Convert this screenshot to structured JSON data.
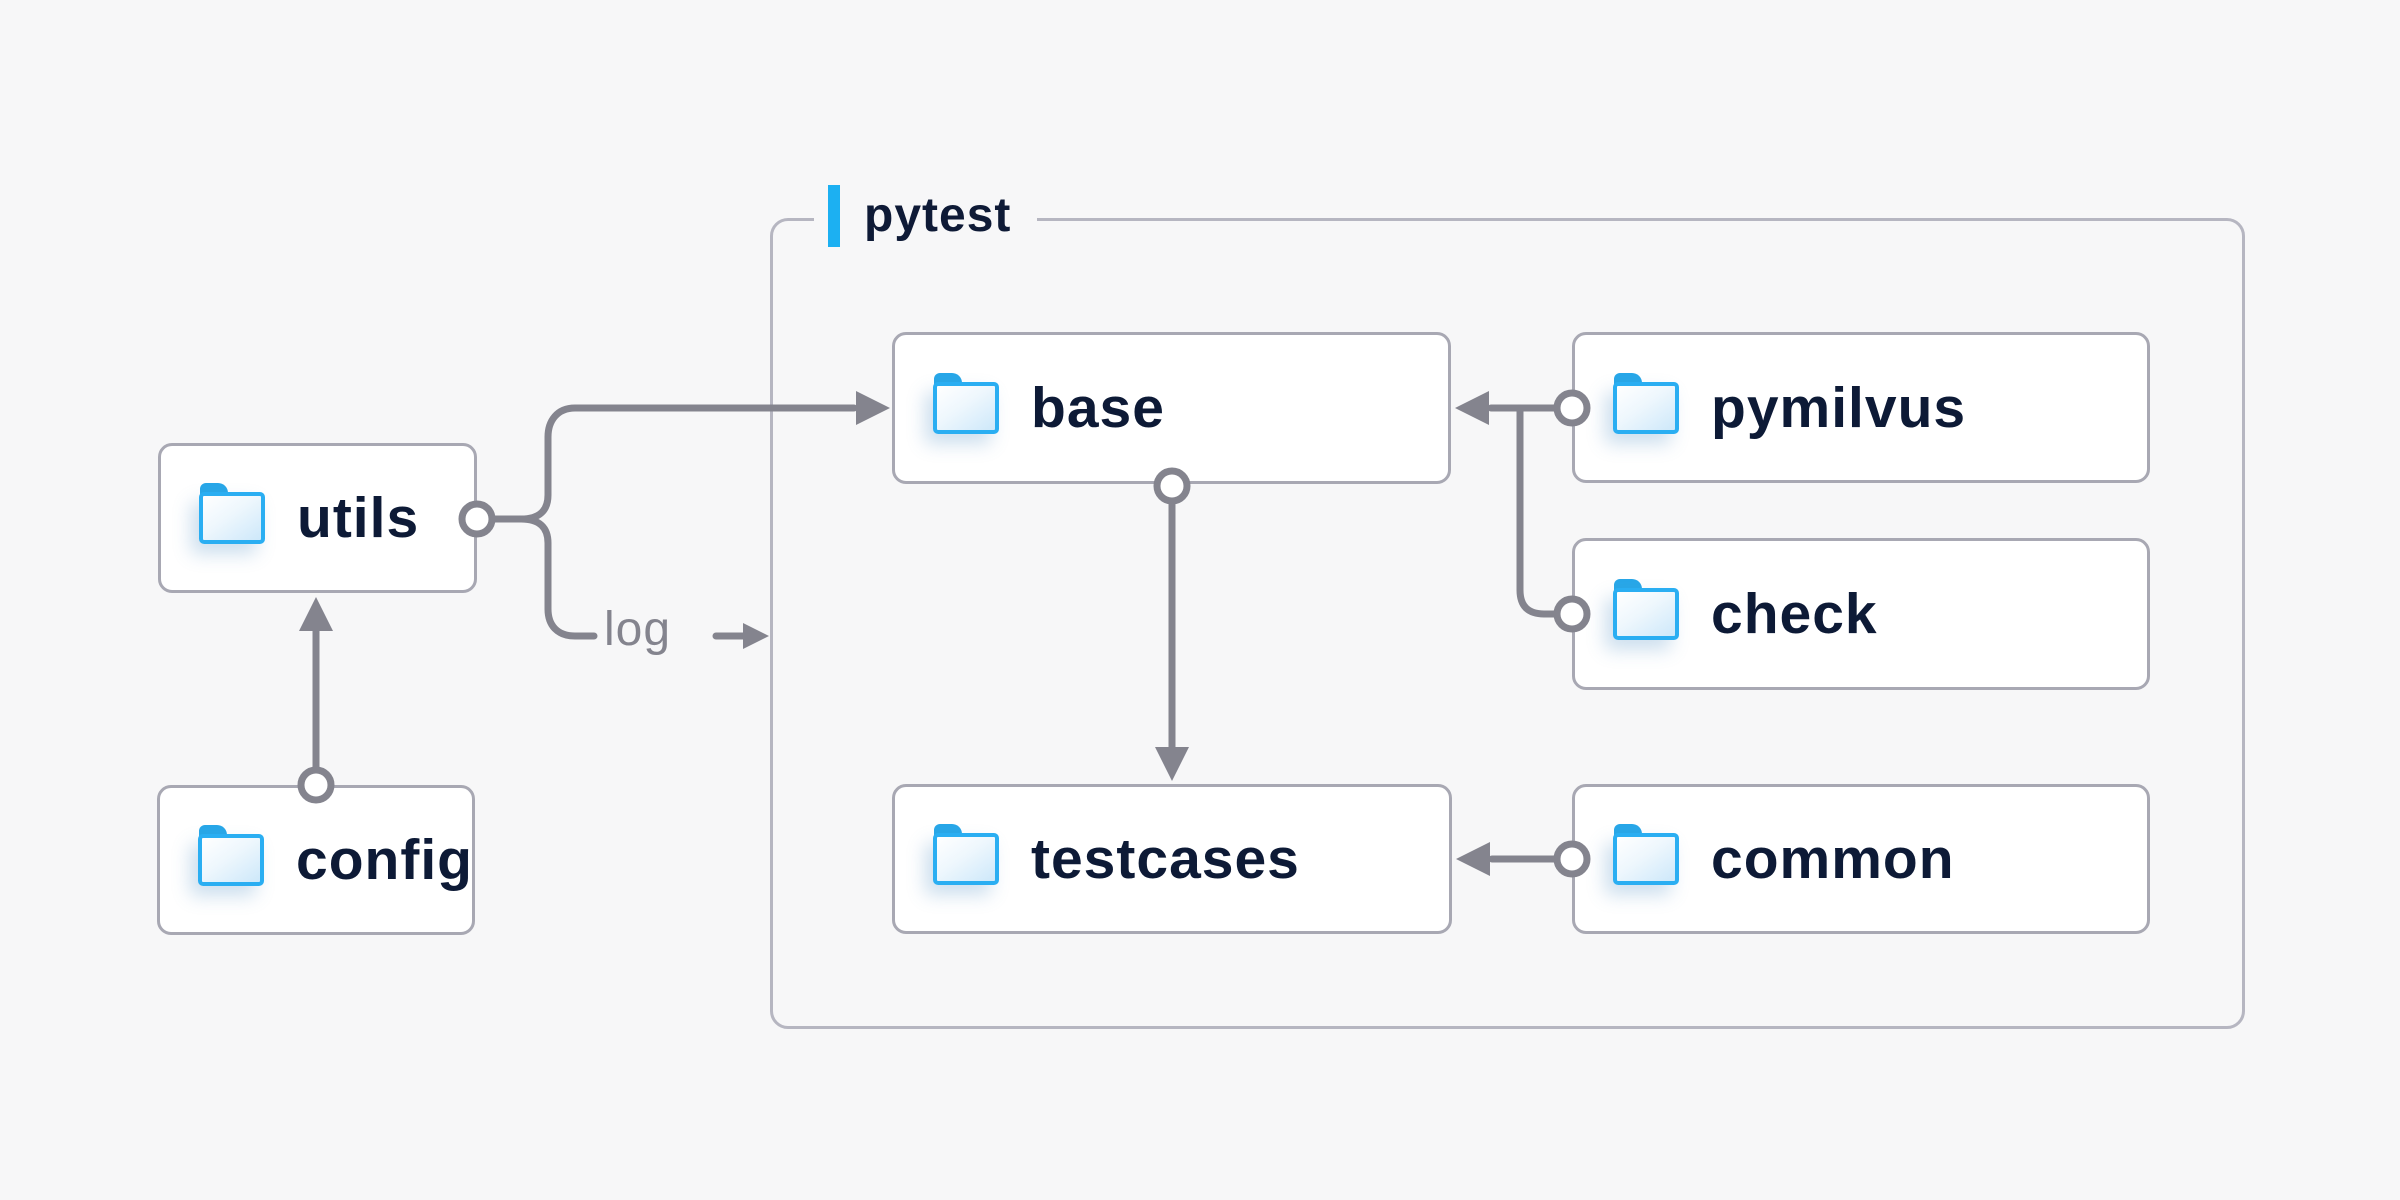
{
  "diagram": {
    "container_label": "pytest",
    "log_label": "log",
    "nodes": [
      {
        "id": "utils",
        "label": "utils"
      },
      {
        "id": "config",
        "label": "config"
      },
      {
        "id": "base",
        "label": "base"
      },
      {
        "id": "pymilvus",
        "label": "pymilvus"
      },
      {
        "id": "check",
        "label": "check"
      },
      {
        "id": "testcases",
        "label": "testcases"
      },
      {
        "id": "common",
        "label": "common"
      }
    ],
    "edges": [
      {
        "from": "config",
        "to": "utils"
      },
      {
        "from": "utils",
        "to": "base"
      },
      {
        "from": "utils",
        "to": "pytest",
        "label": "log"
      },
      {
        "from": "pymilvus",
        "to": "base"
      },
      {
        "from": "check",
        "to": "base"
      },
      {
        "from": "base",
        "to": "testcases"
      },
      {
        "from": "common",
        "to": "testcases"
      }
    ],
    "colors": {
      "background": "#f7f7f8",
      "node_fill": "#ffffff",
      "node_border": "#a8a8b3",
      "container_border": "#b6b6c1",
      "connector": "#84848e",
      "label_text": "#0d1a36",
      "accent_blue": "#1cb0f2",
      "folder_border": "#2aaef2",
      "folder_tab": "#28a7e8"
    }
  }
}
